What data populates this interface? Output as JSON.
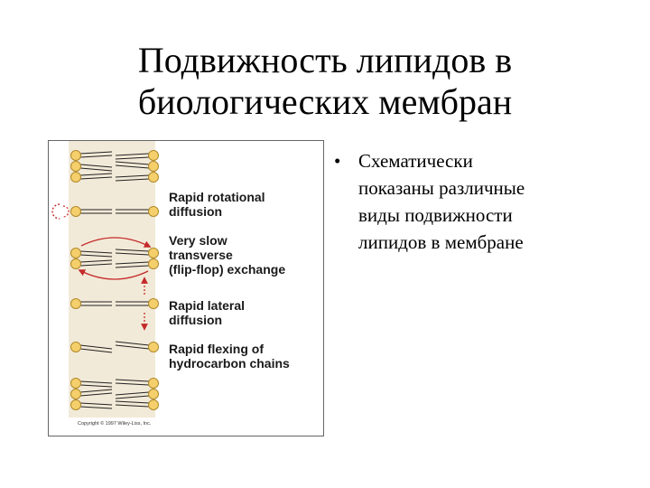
{
  "title": {
    "line1": "Подвижность липидов в",
    "line2": "биологических мембран"
  },
  "figure": {
    "labels": {
      "rotational": [
        "Rapid rotational",
        "diffusion"
      ],
      "flipflop": [
        "Very slow",
        "transverse",
        "(flip-flop) exchange"
      ],
      "lateral": [
        "Rapid lateral",
        "diffusion"
      ],
      "flexing": [
        "Rapid flexing of",
        "hydrocarbon chains"
      ]
    },
    "copyright": "Copyright © 1997 Wiley-Liss, Inc.",
    "colors": {
      "membrane_band": "#f2ead8",
      "head": "#f5cf6b",
      "head_outline": "#b08a2a",
      "arrows": "#c42a2a"
    }
  },
  "bullet": {
    "marker": "•",
    "lines": [
      "Схематически",
      "показаны различные",
      "виды подвижности",
      "липидов в мембране"
    ]
  }
}
